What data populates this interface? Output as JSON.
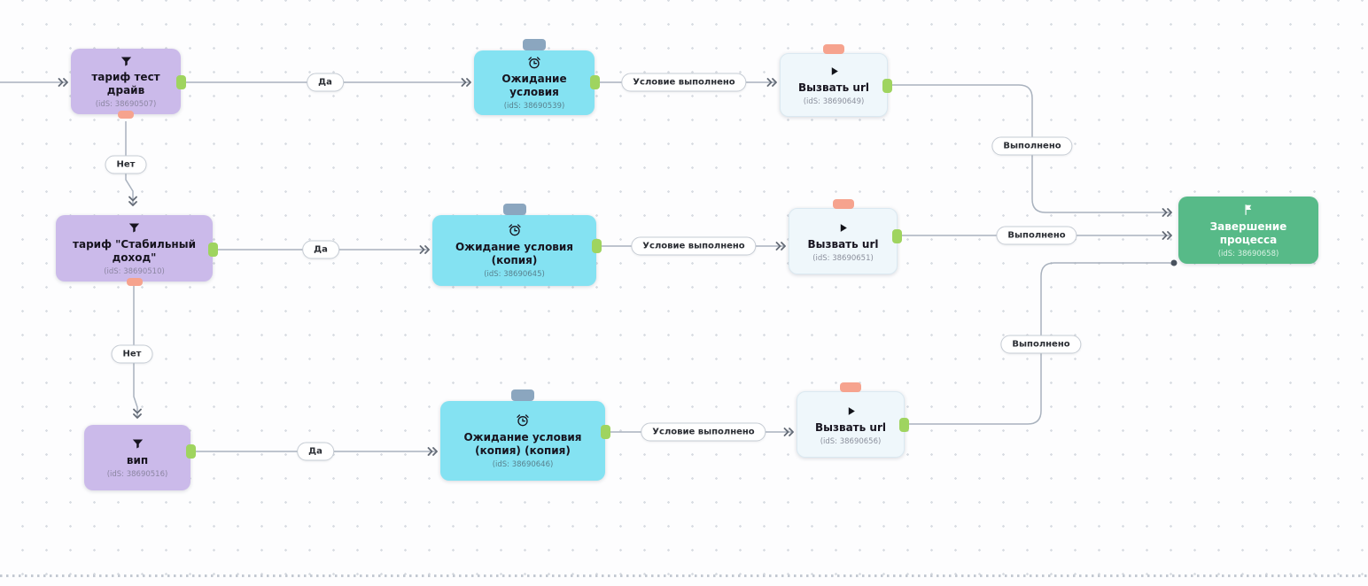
{
  "nodes": {
    "tariff_test_drive": {
      "title": "тариф тест драйв",
      "subtitle": "(idS: 38690507)"
    },
    "tariff_stable_income": {
      "title": "тариф \"Стабильный доход\"",
      "subtitle": "(idS: 38690510)"
    },
    "vip": {
      "title": "вип",
      "subtitle": "(idS: 38690516)"
    },
    "wait_condition_1": {
      "title": "Ожидание условия",
      "subtitle": "(idS: 38690539)"
    },
    "wait_condition_2": {
      "title": "Ожидание условия (копия)",
      "subtitle": "(idS: 38690645)"
    },
    "wait_condition_3": {
      "title": "Ожидание условия (копия) (копия)",
      "subtitle": "(idS: 38690646)"
    },
    "call_url_1": {
      "title": "Вызвать url",
      "subtitle": "(idS: 38690649)"
    },
    "call_url_2": {
      "title": "Вызвать url",
      "subtitle": "(idS: 38690651)"
    },
    "call_url_3": {
      "title": "Вызвать url",
      "subtitle": "(idS: 38690656)"
    },
    "finish": {
      "title": "Завершение процесса",
      "subtitle": "(idS: 38690658)"
    }
  },
  "edge_labels": {
    "yes_1": "Да",
    "yes_2": "Да",
    "yes_3": "Да",
    "no_1": "Нет",
    "no_2": "Нет",
    "cond_done_1": "Условие выполнено",
    "cond_done_2": "Условие выполнено",
    "cond_done_3": "Условие выполнено",
    "done_1": "Выполнено",
    "done_2": "Выполнено",
    "done_3": "Выполнено"
  },
  "icons": {
    "filter": "funnel-icon",
    "wait": "alarm-clock-icon",
    "call": "play-icon",
    "finish": "flag-icon"
  },
  "colors": {
    "node_filter": "#cbbaea",
    "node_wait": "#84e2f2",
    "node_call_url": "#eff7fb",
    "node_finish": "#57ba88",
    "port_output_green": "#9fd45f",
    "port_output_salmon": "#f6a38e",
    "port_top_gray": "#8ba6bf",
    "edge": "#a9b2be",
    "grid_dot": "#d9dde3"
  }
}
